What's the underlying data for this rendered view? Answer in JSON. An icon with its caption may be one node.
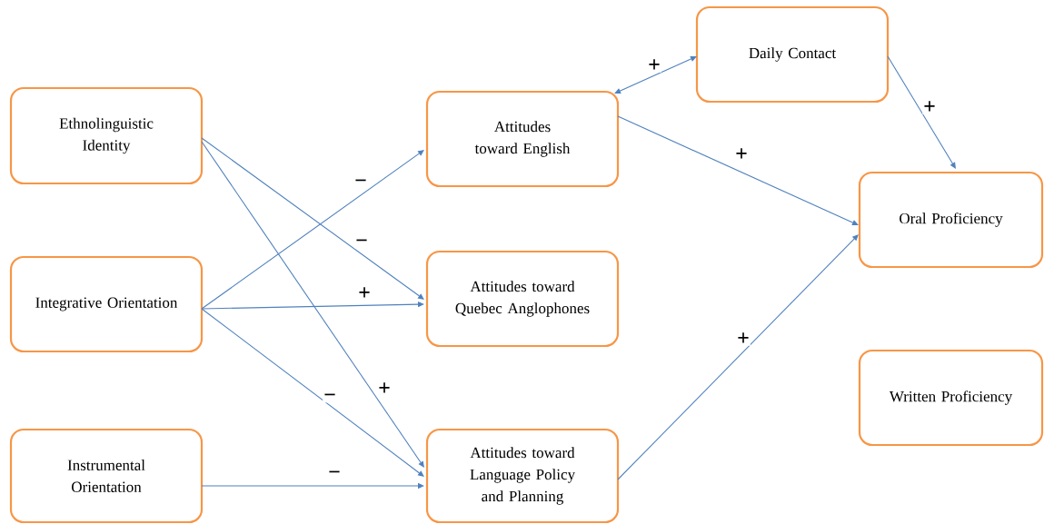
{
  "diagram": {
    "nodes": [
      {
        "text": [
          "Ethnolinguistic Identity"
        ]
      },
      {
        "text": [
          "Integrative Orientation"
        ]
      },
      {
        "text": [
          "Instrumental Orientation"
        ]
      },
      {
        "text": [
          "Attitudes toward English"
        ]
      },
      {
        "text": [
          "Attitudes toward Quebec Anglophones"
        ]
      },
      {
        "text": [
          "Attitudes toward Language Policy and Planning"
        ]
      },
      {
        "text": [
          "Daily Contact"
        ]
      },
      {
        "text": [
          "Oral Proficiency"
        ]
      },
      {
        "text": [
          "Written Proficiency"
        ]
      }
    ],
    "edges": [
      {
        "from": 0,
        "to": 4,
        "arrow": "to",
        "label": "−"
      },
      {
        "from": 0,
        "to": 5,
        "arrow": "to",
        "label": "+"
      },
      {
        "from": 1,
        "to": 3,
        "arrow": "to",
        "label": "−"
      },
      {
        "from": 1,
        "to": 4,
        "arrow": "to",
        "label": "+"
      },
      {
        "from": 1,
        "to": 5,
        "arrow": "to",
        "label": "−"
      },
      {
        "from": 2,
        "to": 5,
        "arrow": "to",
        "label": "−"
      },
      {
        "from": 3,
        "to": 6,
        "arrow": "both",
        "label": "+"
      },
      {
        "from": 3,
        "to": 7,
        "arrow": "to",
        "label": "+"
      },
      {
        "from": 6,
        "to": 7,
        "arrow": "to",
        "label": "+"
      },
      {
        "from": 5,
        "to": 7,
        "arrow": "to",
        "label": "+"
      }
    ]
  }
}
